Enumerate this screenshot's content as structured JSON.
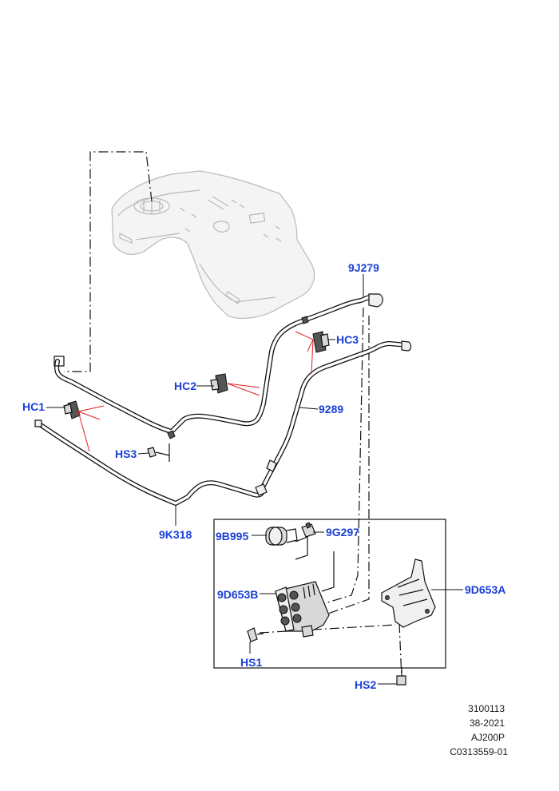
{
  "callouts": {
    "c9J279": "9J279",
    "hc3": "HC3",
    "hc2": "HC2",
    "hc1": "HC1",
    "c9289": "9289",
    "hs3": "HS3",
    "c9K318": "9K318",
    "c9B995": "9B995",
    "c9G297": "9G297",
    "c9D653A": "9D653A",
    "c9D653B": "9D653B",
    "hs1": "HS1",
    "hs2": "HS2"
  },
  "reference": {
    "line1": "3100113",
    "line2": "38-2021",
    "line3": "AJ200P",
    "line4": "C0313559-01"
  },
  "colors": {
    "callout": "#1a3fd6",
    "leader_red": "#e02020"
  }
}
